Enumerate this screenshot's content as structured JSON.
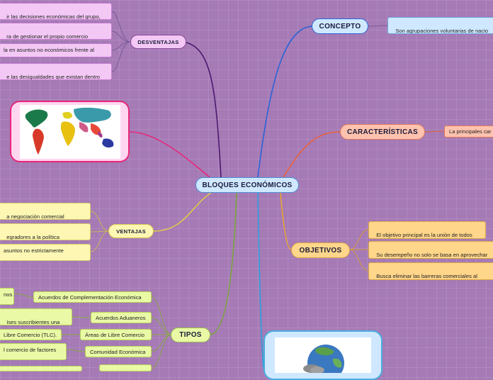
{
  "central": {
    "label": "BLOQUES ECONÓMICOS"
  },
  "desventajas": {
    "label": "DESVENTAJAS",
    "items": [
      "ir las decisiones económicas del grupo,\ntra de los propios intereses.",
      "ra de gestionar el propio comercio\nís.",
      "la en asuntos no económicos frente al",
      "e las desigualdades que existan dentro\nel bloque."
    ]
  },
  "concepto": {
    "label": "CONCEPTO",
    "items": [
      "Son agrupaciones voluntarias de nacio\nque"
    ]
  },
  "caracteristicas": {
    "label": "CARACTERÍSTICAS",
    "items": [
      "La principales car"
    ]
  },
  "ventajas": {
    "label": "VENTAJAS",
    "items": [
      "a negociación comercial\npaíses potencia.",
      "egradores a la política\n los países del bloque.",
      "asuntos no estrictamente"
    ]
  },
  "objetivos": {
    "label": "OBJETIVOS",
    "items": [
      "El objetivo principal es la unión de todos\nestos países",
      "Su desempeño no solo se basa en aprovechar\nlos bienes y servicios de los demás países",
      "Busca eliminar las barreras comerciales al\nampliar el límite de comercialización."
    ]
  },
  "tipos": {
    "label": "TIPOS",
    "items": [
      {
        "label": "Acuerdos de Complementación Económica",
        "detail": "nos"
      },
      {
        "label": "Acuerdos Aduaneros",
        "detail": "íses suscribientes una\nanera."
      },
      {
        "label": "Áreas de Libre Comercio",
        "detail": " Libre Comercio (TLC)."
      },
      {
        "label": "Comunidad Económica",
        "detail": "l comercio de factores"
      }
    ]
  },
  "colors": {
    "desventajas": "#4b1a6e",
    "concepto": "#2a63d8",
    "caracteristicas": "#e8623a",
    "image": "#e8267a",
    "ventajas": "#e2c84a",
    "objetivos": "#e8a436",
    "tipos": "#7aa83a",
    "bottom": "#2aa0e0"
  },
  "icons": {
    "world_map": "world-map-image",
    "globe": "globe-image"
  }
}
